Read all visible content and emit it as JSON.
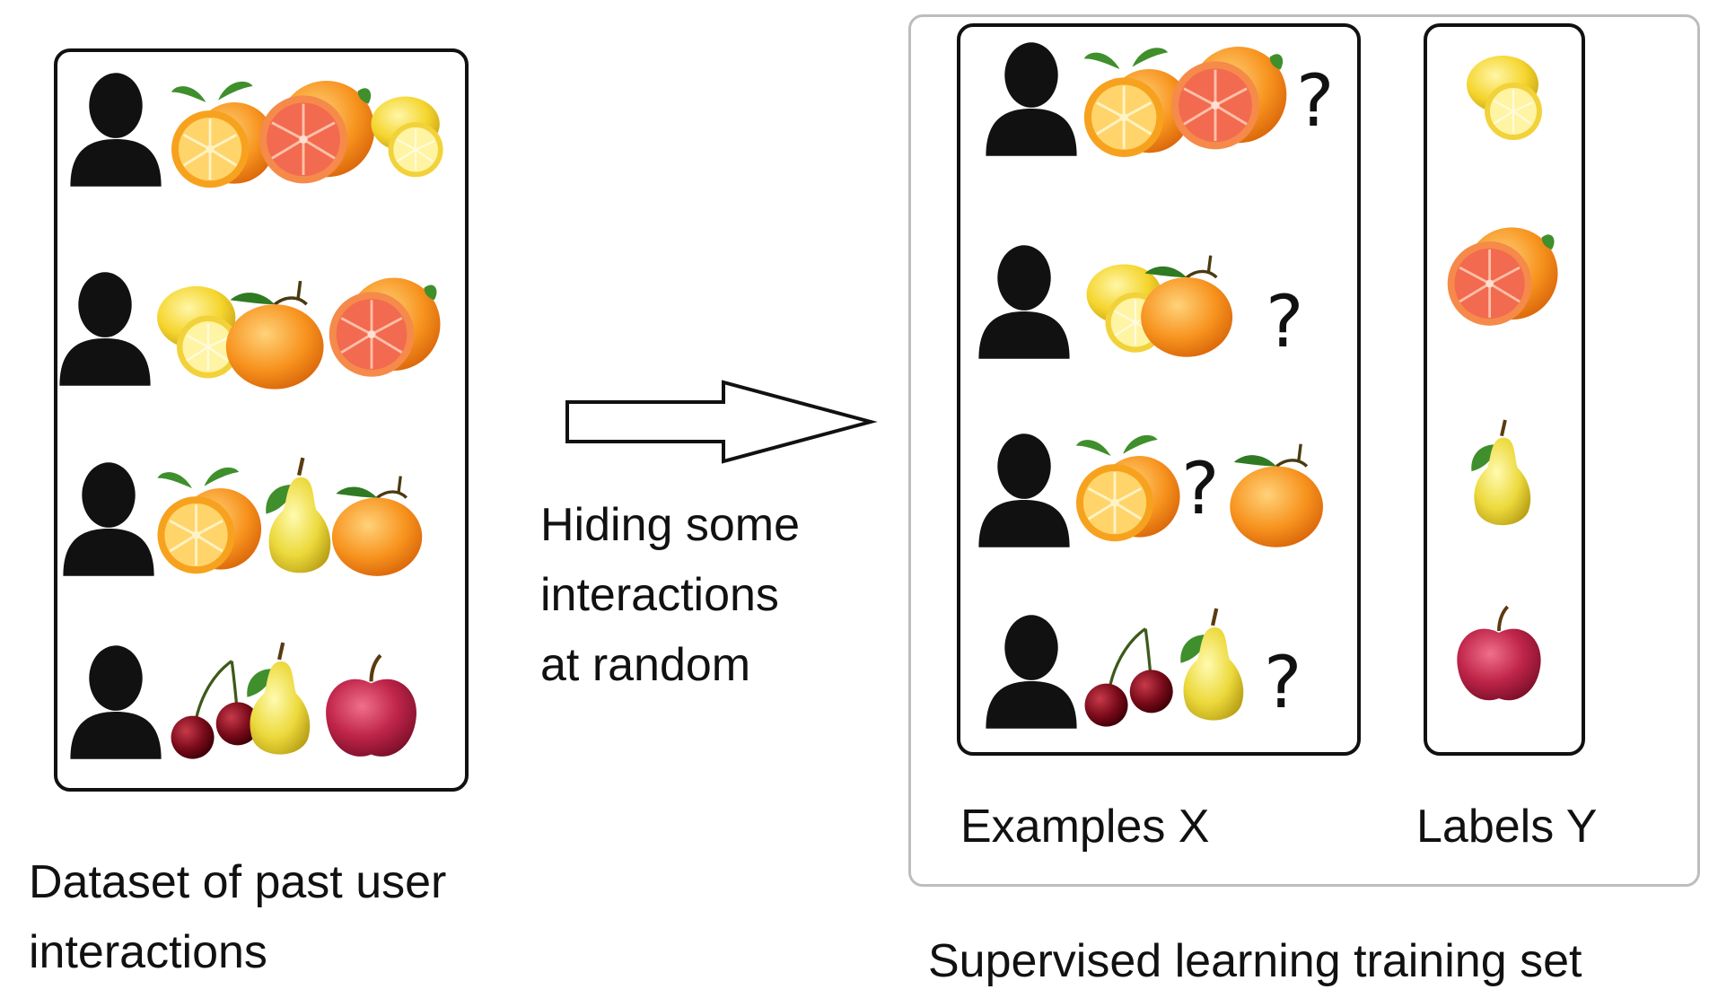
{
  "left_caption": "Dataset of past user\ninteractions",
  "middle_caption": "Hiding some\ninteractions\nat random",
  "examples_label": "Examples X",
  "labels_label": "Labels Y",
  "training_caption": "Supervised learning training set",
  "question_mark": "?",
  "rows_left": [
    [
      "orange-half-icon",
      "grapefruit-icon",
      "lemon-icon"
    ],
    [
      "lemon-icon",
      "tangerine-icon",
      "grapefruit-icon"
    ],
    [
      "orange-half-icon",
      "pear-icon",
      "tangerine-icon"
    ],
    [
      "cherries-icon",
      "pear-icon",
      "apple-icon"
    ]
  ],
  "rows_x": [
    [
      "orange-half-icon",
      "grapefruit-icon"
    ],
    [
      "lemon-icon",
      "tangerine-icon"
    ],
    [
      "orange-half-icon",
      "tangerine-icon"
    ],
    [
      "cherries-icon",
      "pear-icon"
    ]
  ],
  "labels_y": [
    "lemon-icon",
    "grapefruit-icon",
    "pear-icon",
    "apple-icon"
  ],
  "colors": {
    "outline": "#111111",
    "training_border": "#bdbdbd",
    "orange": "#f7931e",
    "grapefruit": "#f26a50",
    "lemon": "#f7d836",
    "pear": "#e8d63b",
    "apple": "#c0254a",
    "cherry": "#7a0b1a",
    "leaf": "#3f8f2c"
  }
}
